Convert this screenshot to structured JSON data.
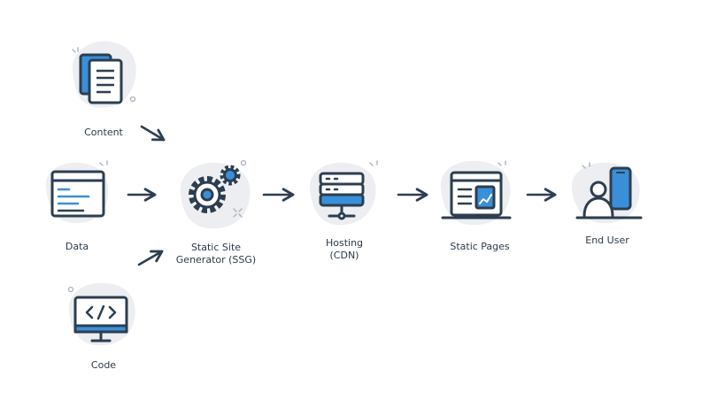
{
  "nodes": {
    "content": {
      "label": "Content"
    },
    "data": {
      "label": "Data"
    },
    "code": {
      "label": "Code"
    },
    "ssg": {
      "label_line1": "Static Site",
      "label_line2": "Generator (SSG)"
    },
    "hosting": {
      "label_line1": "Hosting",
      "label_line2": "(CDN)"
    },
    "static_pages": {
      "label": "Static Pages"
    },
    "end_user": {
      "label": "End User"
    }
  },
  "colors": {
    "stroke": "#2c3e50",
    "accent": "#3a8fd9",
    "blob": "#eceef1",
    "sparkle": "#a9b3bf",
    "text": "#2b3a4a"
  },
  "icons": {
    "content": "documents-icon",
    "data": "window-list-icon",
    "code": "monitor-code-icon",
    "ssg": "gears-icon",
    "hosting": "server-icon",
    "static_pages": "web-page-icon",
    "end_user": "user-phone-icon"
  }
}
